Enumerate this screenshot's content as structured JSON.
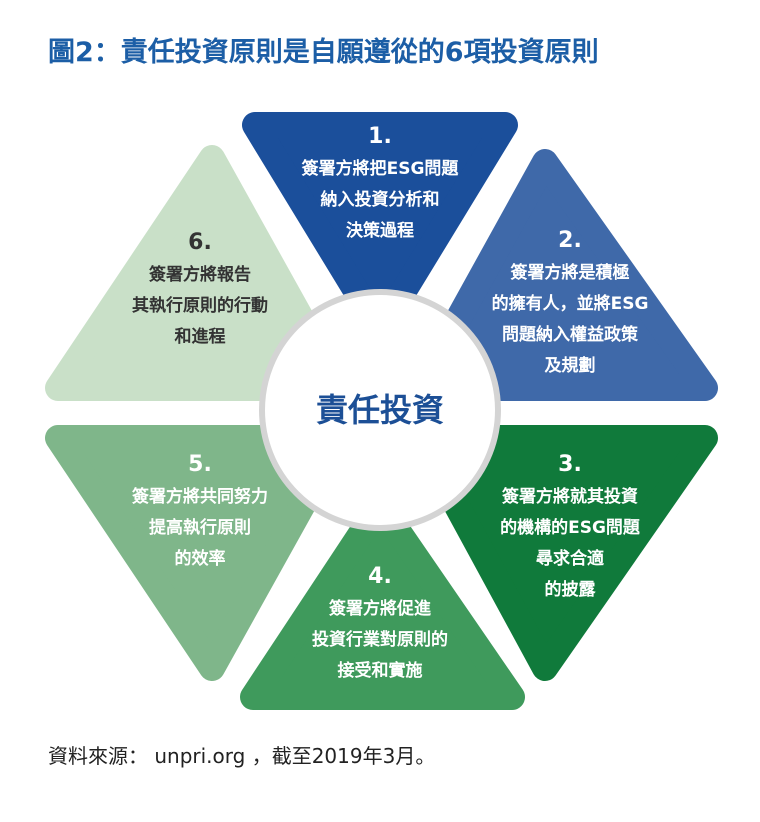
{
  "title": "圖2：責任投資原則是自願遵從的6項投資原則",
  "center": "責任投資",
  "segments": [
    {
      "num": "1.",
      "lines": [
        "簽署方將把ESG問題",
        "納入投資分析和",
        "決策過程"
      ],
      "color": "#1b4f9b"
    },
    {
      "num": "2.",
      "lines": [
        "簽署方將是積極",
        "的擁有人，並將ESG",
        "問題納入權益政策",
        "及規劃"
      ],
      "color": "#3f69a9"
    },
    {
      "num": "3.",
      "lines": [
        "簽署方將就其投資",
        "的機構的ESG問題",
        "尋求合適",
        "的披露"
      ],
      "color": "#107a3b"
    },
    {
      "num": "4.",
      "lines": [
        "簽署方將促進",
        "投資行業對原則的",
        "接受和實施"
      ],
      "color": "#3f9a5c"
    },
    {
      "num": "5.",
      "lines": [
        "簽署方將共同努力",
        "提高執行原則",
        "的效率"
      ],
      "color": "#7fb68a"
    },
    {
      "num": "6.",
      "lines": [
        "簽署方將報告",
        "其執行原則的行動",
        "和進程"
      ],
      "color": "#c9e0c8"
    }
  ],
  "source": "資料來源： unpri.org ，截至2019年3月。"
}
